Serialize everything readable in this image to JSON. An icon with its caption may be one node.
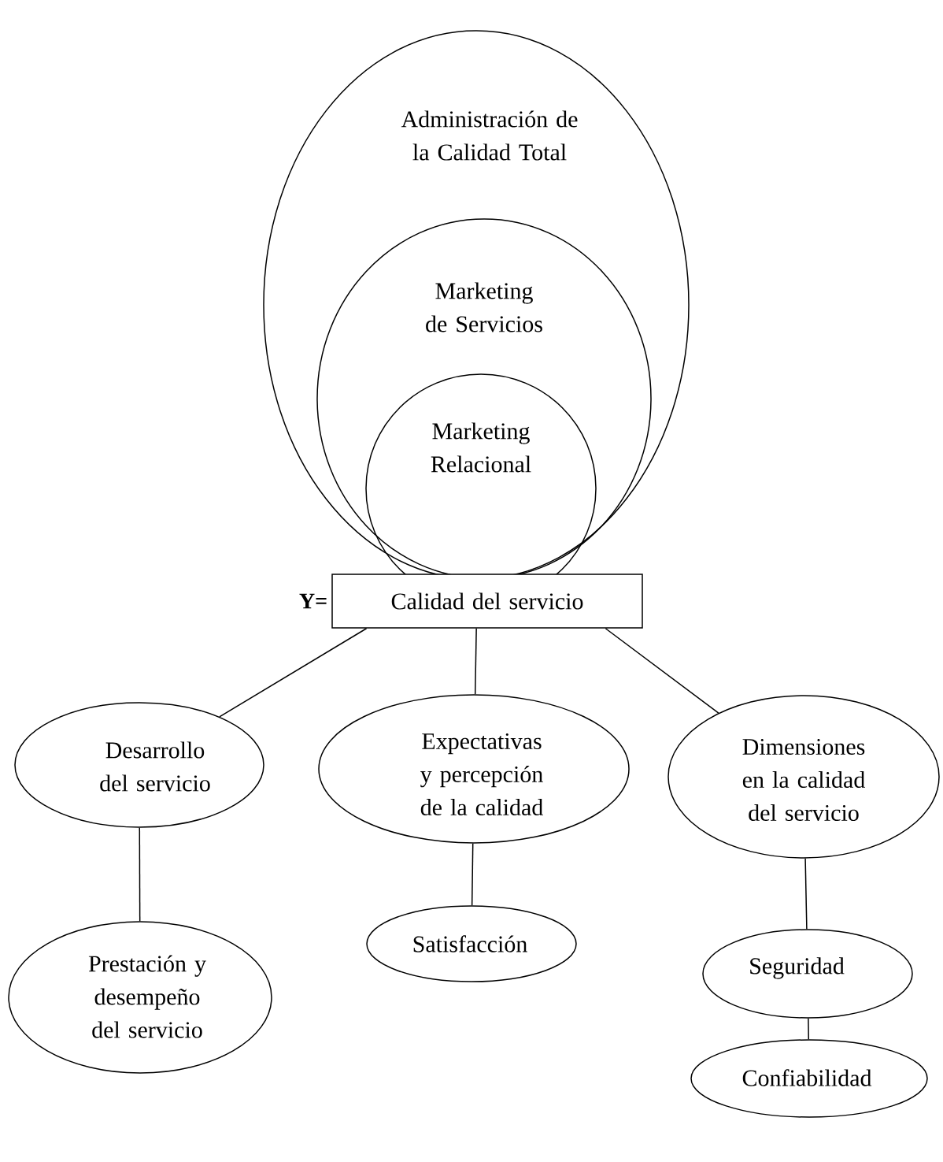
{
  "diagram": {
    "nodes": [
      {
        "text": [
          "Administración de la Calidad Total"
        ]
      },
      {
        "text": [
          "Marketing  de Servicios"
        ],
        "in": 0
      },
      {
        "text": [
          "Marketing Relacional"
        ],
        "in": 1
      },
      {
        "text": [
          "Calidad del servicio"
        ],
        "beside": [
          "**Y=**"
        ]
      },
      {
        "text": [
          "Desarrollo del servicio"
        ]
      },
      {
        "text": [
          "Expectativas y percepción de la calidad"
        ]
      },
      {
        "text": [
          "Dimensiones en la calidad del servicio"
        ]
      },
      {
        "text": [
          "Prestación y desempeño del servicio"
        ]
      },
      {
        "text": [
          "Satisfacción"
        ]
      },
      {
        "text": [
          "Seguridad"
        ]
      },
      {
        "text": [
          "Confiabilidad"
        ]
      }
    ],
    "edges": [
      {
        "from": 3,
        "to": 4,
        "arrow": "none"
      },
      {
        "from": 3,
        "to": 5,
        "arrow": "none"
      },
      {
        "from": 3,
        "to": 6,
        "arrow": "none"
      },
      {
        "from": 4,
        "to": 7,
        "arrow": "none"
      },
      {
        "from": 5,
        "to": 8,
        "arrow": "none"
      },
      {
        "from": 6,
        "to": 9,
        "arrow": "none"
      },
      {
        "from": 9,
        "to": 10,
        "arrow": "none"
      }
    ]
  }
}
